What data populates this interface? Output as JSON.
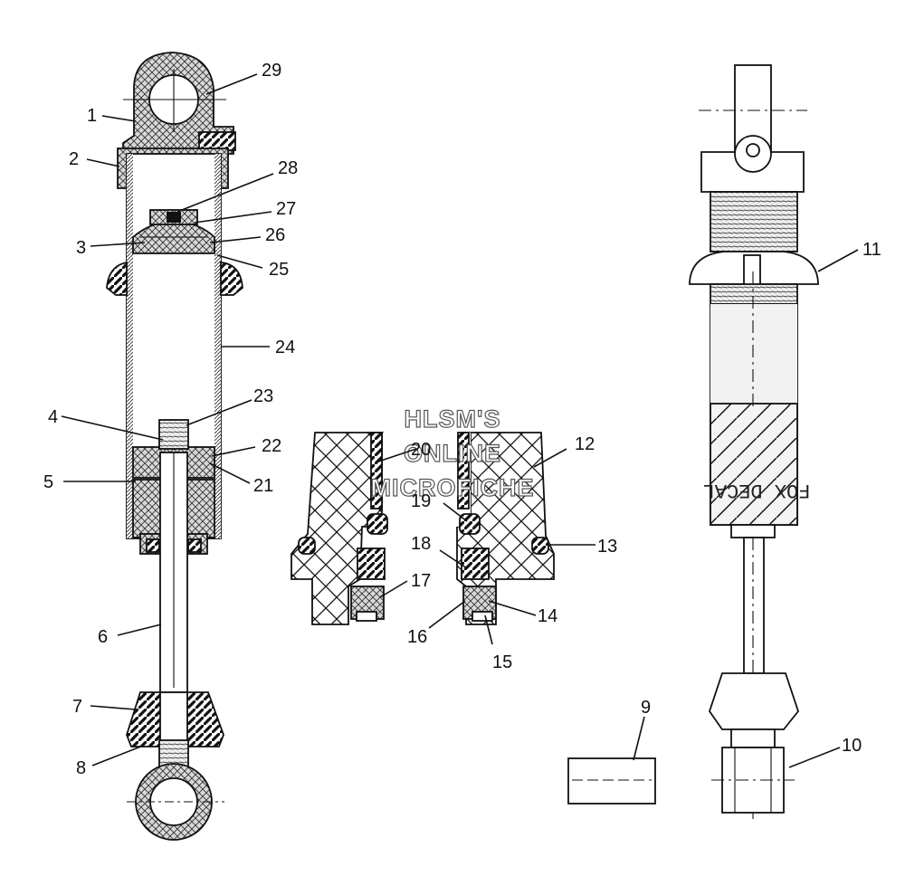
{
  "watermark": {
    "line1": "HLSM'S",
    "line2": "ONLINE",
    "line3": "MICROFICHE"
  },
  "decal_text": "FOX DECAL",
  "callouts": {
    "c1": "1",
    "c2": "2",
    "c3": "3",
    "c4": "4",
    "c5": "5",
    "c6": "6",
    "c7": "7",
    "c8": "8",
    "c9": "9",
    "c10": "10",
    "c11": "11",
    "c12": "12",
    "c13": "13",
    "c14": "14",
    "c15": "15",
    "c16": "16",
    "c17": "17",
    "c18": "18",
    "c19": "19",
    "c20": "20",
    "c21": "21",
    "c22": "22",
    "c23": "23",
    "c24": "24",
    "c25": "25",
    "c26": "26",
    "c27": "27",
    "c28": "28",
    "c29": "29"
  }
}
